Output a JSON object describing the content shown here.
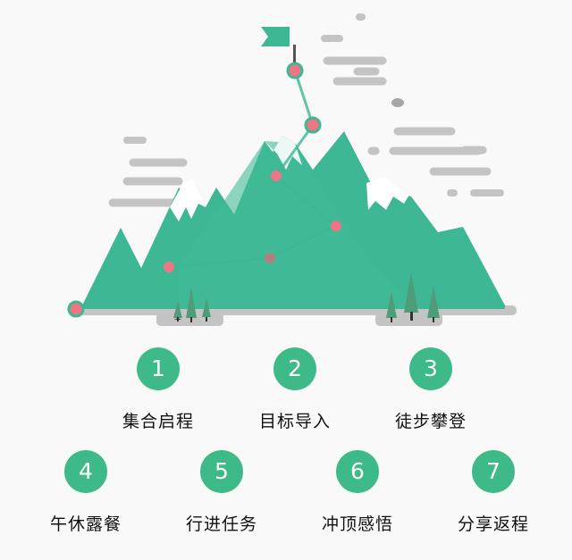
{
  "colors": {
    "accent": "#3dba88",
    "mountain": "#3db794",
    "marker": "#f07584",
    "cloud": "#c4c4c4"
  },
  "steps": [
    {
      "number": "1",
      "label": "集合启程"
    },
    {
      "number": "2",
      "label": "目标导入"
    },
    {
      "number": "3",
      "label": "徒步攀登"
    },
    {
      "number": "4",
      "label": "午休露餐"
    },
    {
      "number": "5",
      "label": "行进任务"
    },
    {
      "number": "6",
      "label": "冲顶感悟"
    },
    {
      "number": "7",
      "label": "分享返程"
    }
  ]
}
